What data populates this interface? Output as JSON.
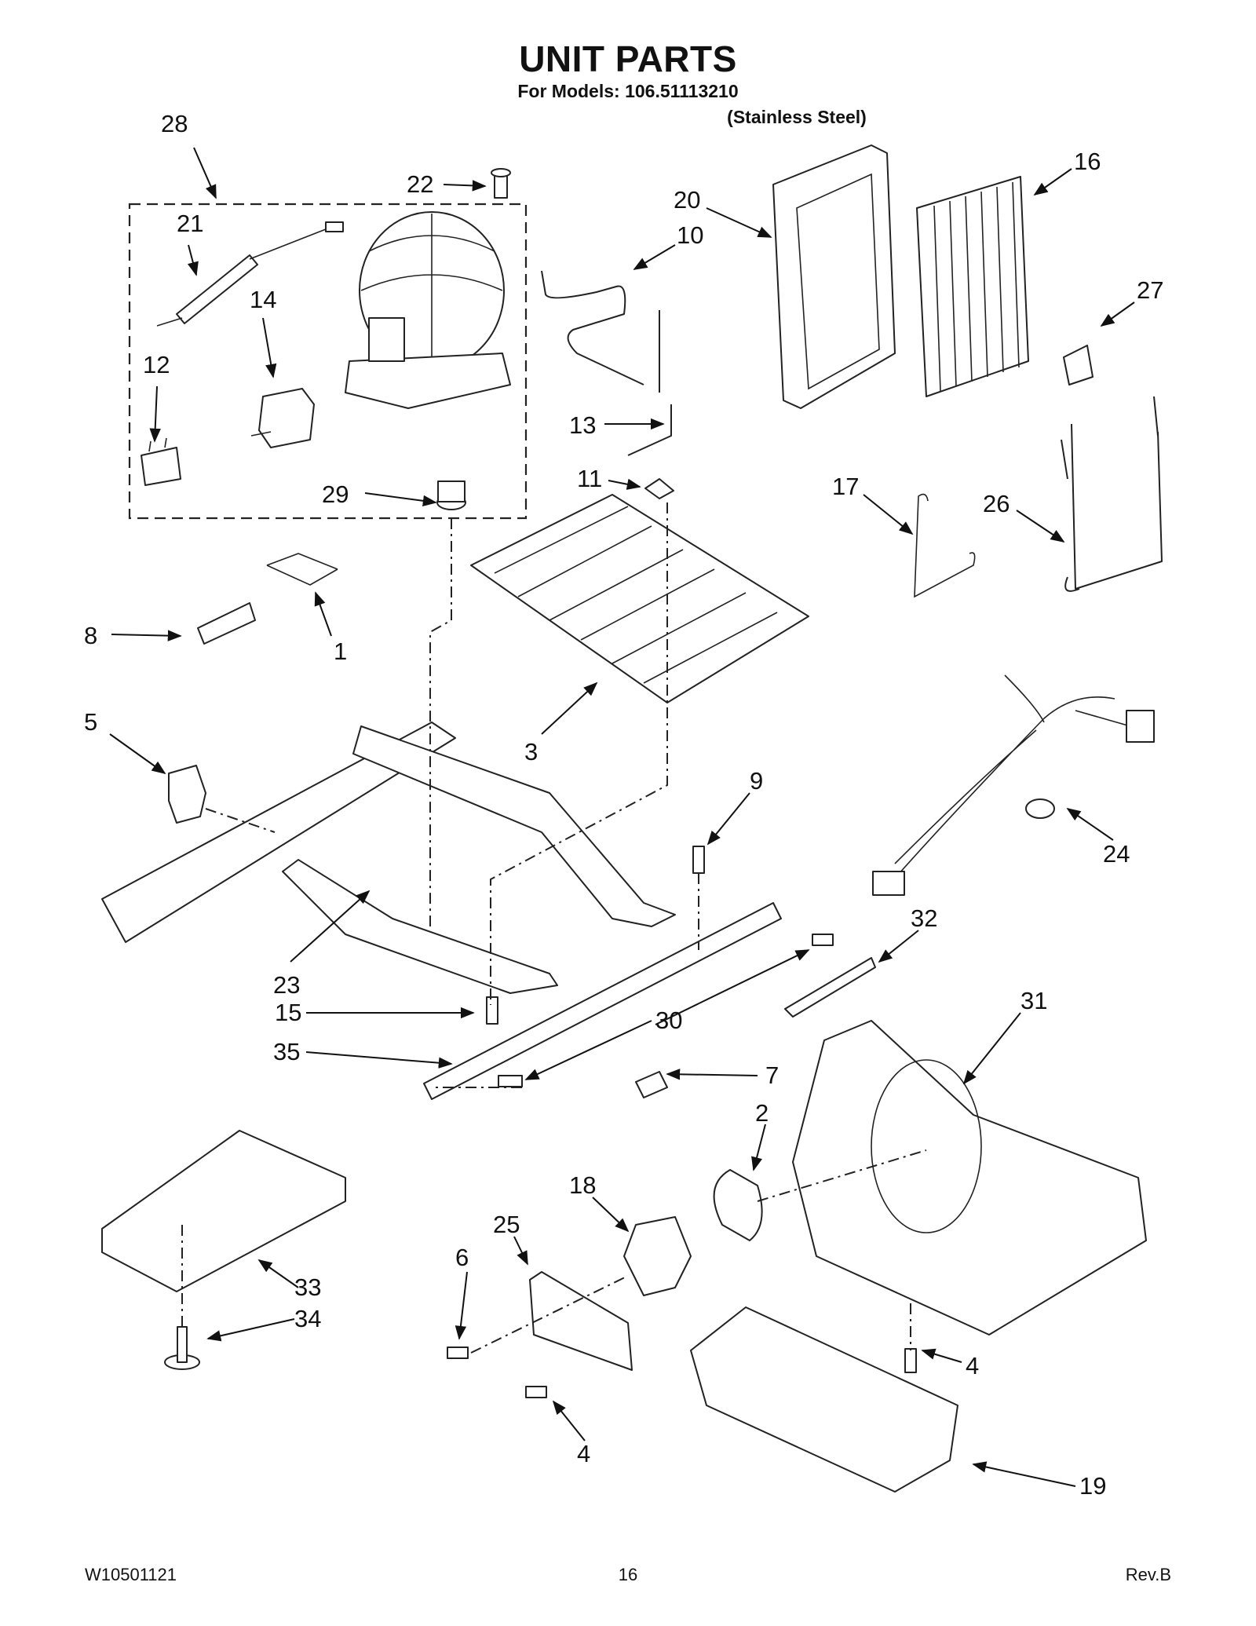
{
  "header": {
    "title": "UNIT PARTS",
    "models_line": "For Models: 106.51113210",
    "variant": "(Stainless Steel)"
  },
  "callouts": [
    "28",
    "22",
    "21",
    "14",
    "12",
    "29",
    "20",
    "10",
    "16",
    "27",
    "13",
    "11",
    "17",
    "26",
    "1",
    "8",
    "5",
    "3",
    "9",
    "24",
    "32",
    "31",
    "23",
    "15",
    "35",
    "30",
    "7",
    "2",
    "18",
    "25",
    "6",
    "33",
    "34",
    "4",
    "4",
    "19"
  ],
  "footer": {
    "doc_number": "W10501121",
    "page_number": "16",
    "revision": "Rev.B"
  }
}
